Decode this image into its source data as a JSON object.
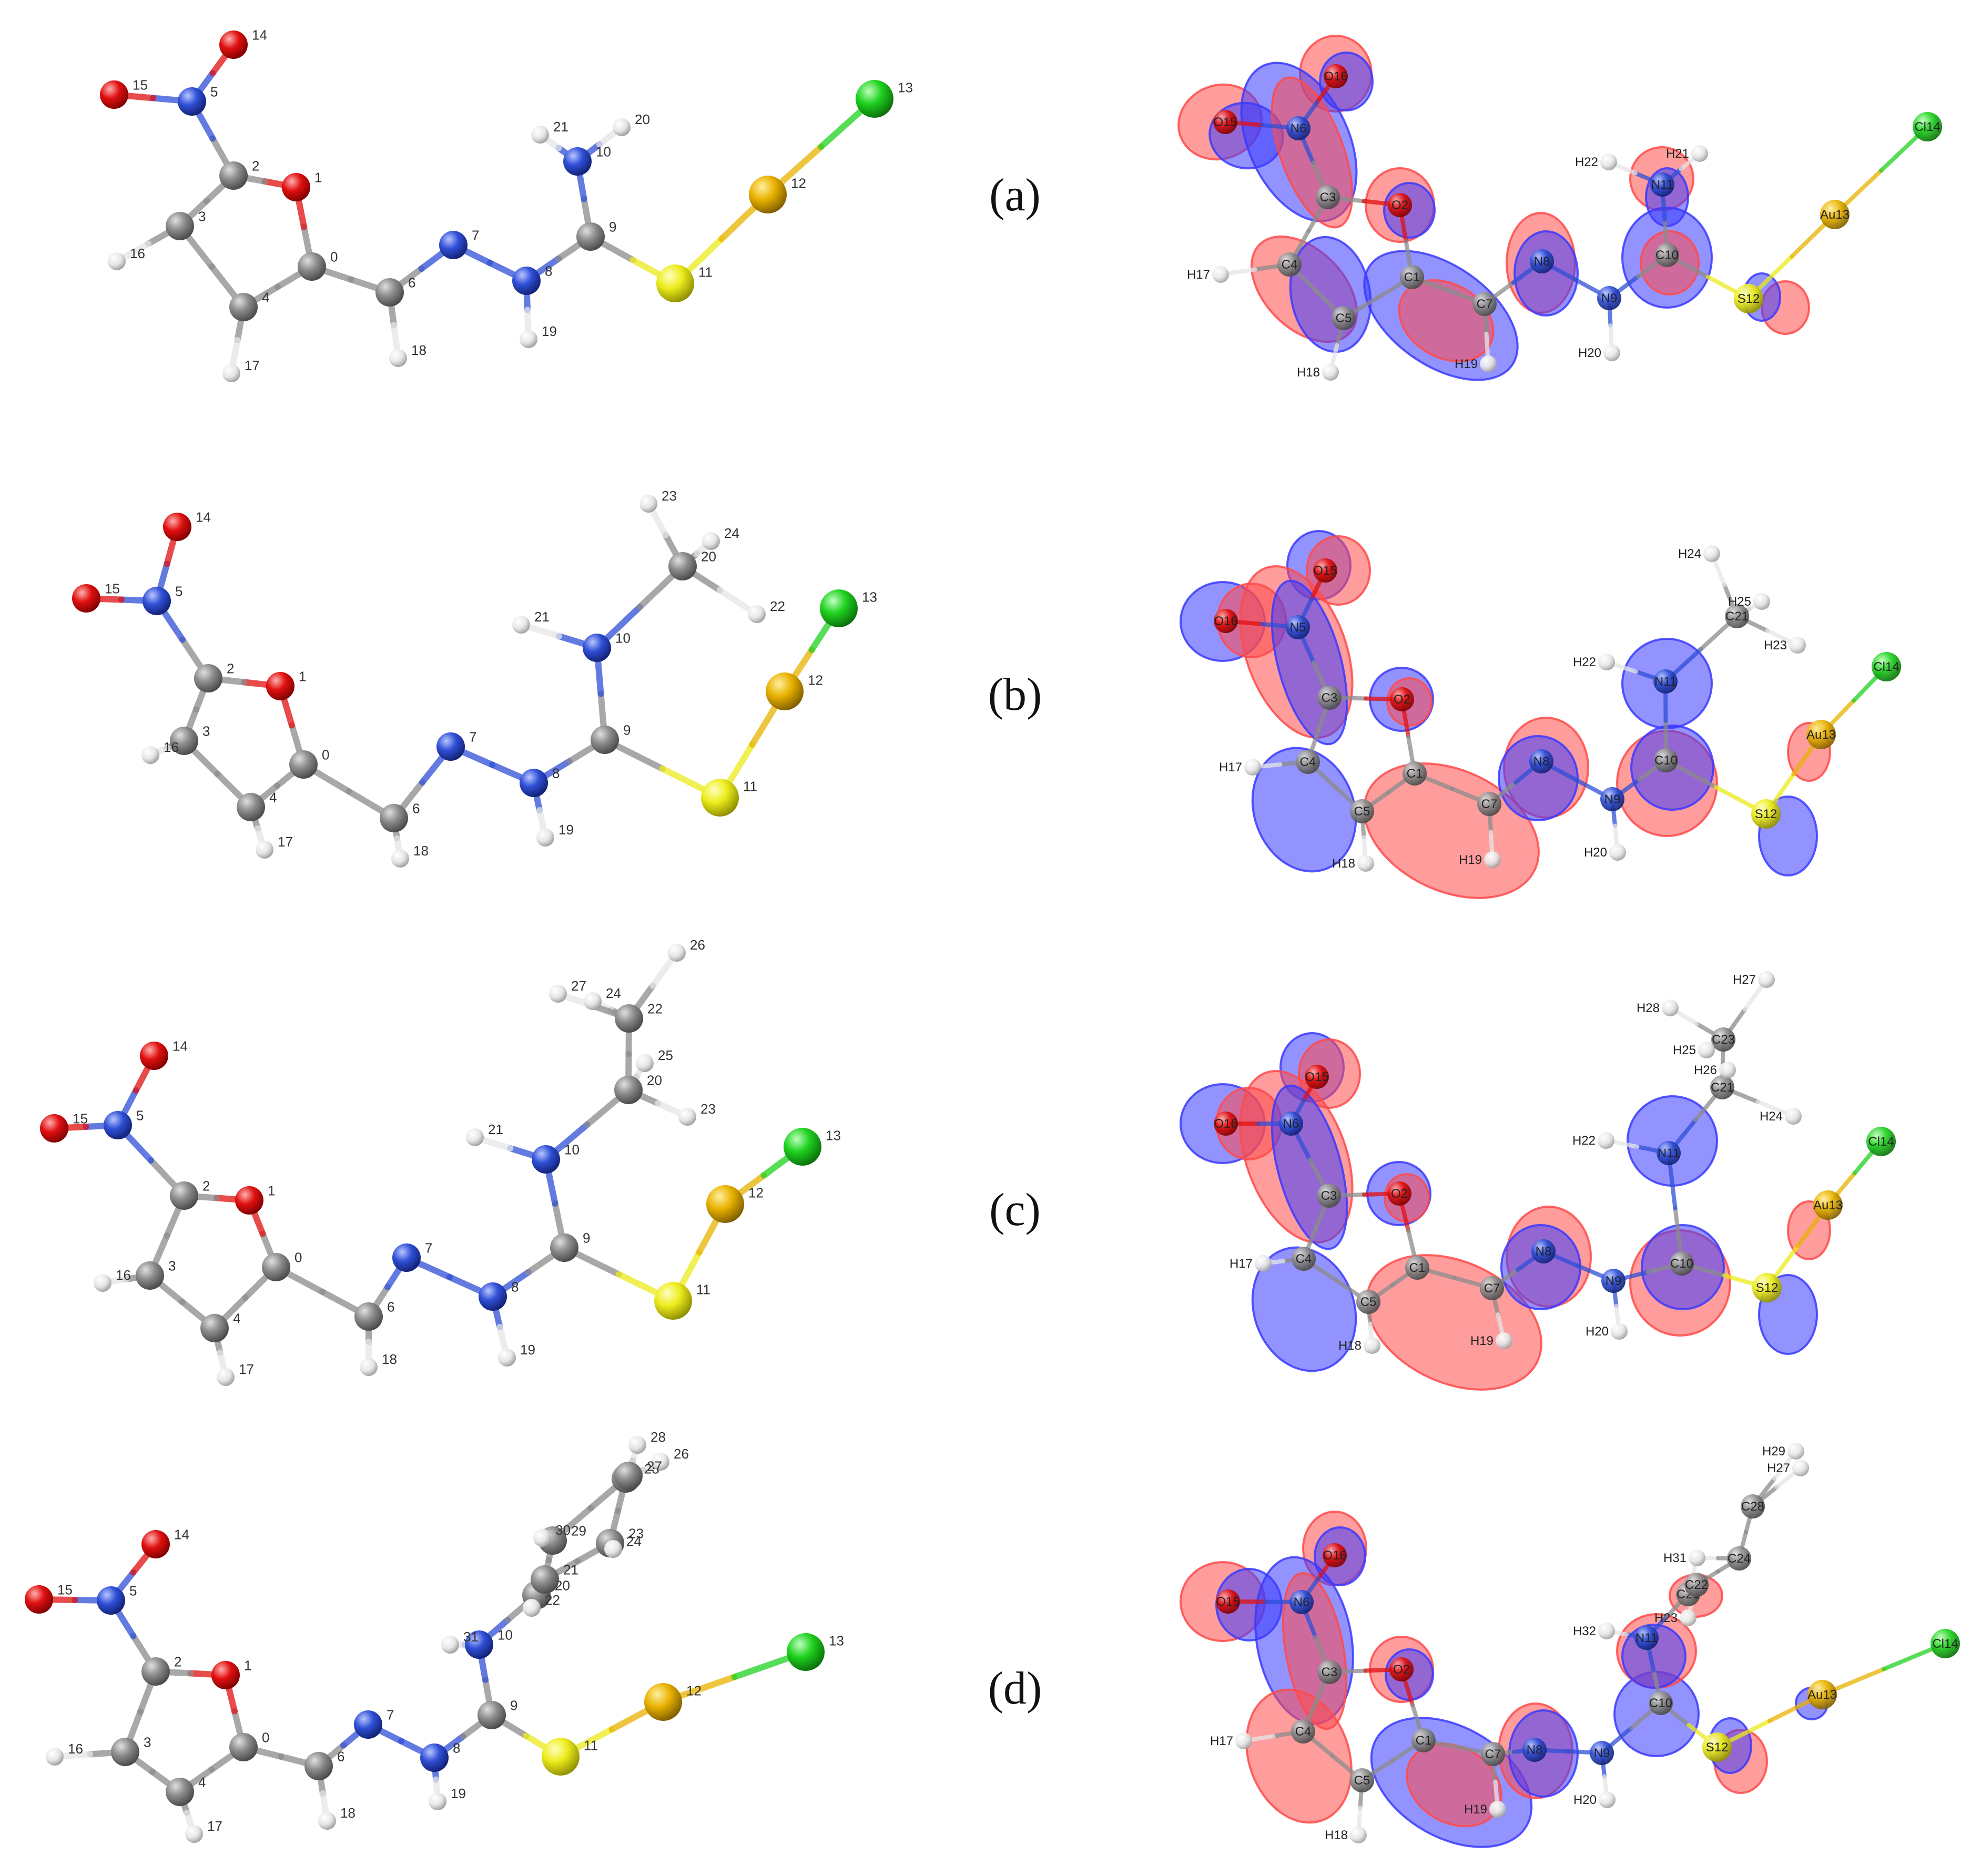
{
  "figure": {
    "panels": [
      {
        "label": "(a)",
        "left_atoms": [
          {
            "n": "0",
            "el": "C"
          },
          {
            "n": "1",
            "el": "O"
          },
          {
            "n": "2",
            "el": "C"
          },
          {
            "n": "3",
            "el": "C"
          },
          {
            "n": "4",
            "el": "C"
          },
          {
            "n": "5",
            "el": "N"
          },
          {
            "n": "6",
            "el": "C"
          },
          {
            "n": "7",
            "el": "N"
          },
          {
            "n": "8",
            "el": "N"
          },
          {
            "n": "9",
            "el": "C"
          },
          {
            "n": "10",
            "el": "N"
          },
          {
            "n": "11",
            "el": "S"
          },
          {
            "n": "12",
            "el": "Au"
          },
          {
            "n": "13",
            "el": "Cl"
          },
          {
            "n": "14",
            "el": "O"
          },
          {
            "n": "15",
            "el": "O"
          },
          {
            "n": "16",
            "el": "H"
          },
          {
            "n": "17",
            "el": "H"
          },
          {
            "n": "18",
            "el": "H"
          },
          {
            "n": "19",
            "el": "H"
          },
          {
            "n": "20",
            "el": "H"
          },
          {
            "n": "21",
            "el": "H"
          }
        ],
        "right_atoms": [
          {
            "n": "O15",
            "el": "O"
          },
          {
            "n": "O16",
            "el": "O"
          },
          {
            "n": "N6",
            "el": "N"
          },
          {
            "n": "C3",
            "el": "C"
          },
          {
            "n": "O2",
            "el": "O"
          },
          {
            "n": "C4",
            "el": "C"
          },
          {
            "n": "H17",
            "el": "H"
          },
          {
            "n": "C5",
            "el": "C"
          },
          {
            "n": "H18",
            "el": "H"
          },
          {
            "n": "C1",
            "el": "C"
          },
          {
            "n": "C7",
            "el": "C"
          },
          {
            "n": "H19",
            "el": "H"
          },
          {
            "n": "N8",
            "el": "N"
          },
          {
            "n": "N9",
            "el": "N"
          },
          {
            "n": "H20",
            "el": "H"
          },
          {
            "n": "C10",
            "el": "C"
          },
          {
            "n": "N11",
            "el": "N"
          },
          {
            "n": "H22",
            "el": "H"
          },
          {
            "n": "H21",
            "el": "H"
          },
          {
            "n": "S12",
            "el": "S"
          },
          {
            "n": "Au13",
            "el": "Au"
          },
          {
            "n": "Cl14",
            "el": "Cl"
          }
        ]
      },
      {
        "label": "(b)",
        "left_atoms": [
          {
            "n": "0",
            "el": "C"
          },
          {
            "n": "1",
            "el": "O"
          },
          {
            "n": "2",
            "el": "C"
          },
          {
            "n": "3",
            "el": "C"
          },
          {
            "n": "4",
            "el": "C"
          },
          {
            "n": "5",
            "el": "N"
          },
          {
            "n": "6",
            "el": "C"
          },
          {
            "n": "7",
            "el": "N"
          },
          {
            "n": "8",
            "el": "N"
          },
          {
            "n": "9",
            "el": "C"
          },
          {
            "n": "10",
            "el": "N"
          },
          {
            "n": "11",
            "el": "S"
          },
          {
            "n": "12",
            "el": "Au"
          },
          {
            "n": "13",
            "el": "Cl"
          },
          {
            "n": "14",
            "el": "O"
          },
          {
            "n": "15",
            "el": "O"
          },
          {
            "n": "16",
            "el": "H"
          },
          {
            "n": "17",
            "el": "H"
          },
          {
            "n": "18",
            "el": "H"
          },
          {
            "n": "19",
            "el": "H"
          },
          {
            "n": "20",
            "el": "C"
          },
          {
            "n": "21",
            "el": "H"
          },
          {
            "n": "22",
            "el": "H"
          },
          {
            "n": "23",
            "el": "H"
          },
          {
            "n": "24",
            "el": "H"
          }
        ],
        "right_atoms": [
          {
            "n": "O16",
            "el": "O"
          },
          {
            "n": "O15",
            "el": "O"
          },
          {
            "n": "N5",
            "el": "N"
          },
          {
            "n": "C3",
            "el": "C"
          },
          {
            "n": "O2",
            "el": "O"
          },
          {
            "n": "C4",
            "el": "C"
          },
          {
            "n": "H17",
            "el": "H"
          },
          {
            "n": "C5",
            "el": "C"
          },
          {
            "n": "H18",
            "el": "H"
          },
          {
            "n": "C1",
            "el": "C"
          },
          {
            "n": "C7",
            "el": "C"
          },
          {
            "n": "H19",
            "el": "H"
          },
          {
            "n": "N8",
            "el": "N"
          },
          {
            "n": "N9",
            "el": "N"
          },
          {
            "n": "H20",
            "el": "H"
          },
          {
            "n": "C10",
            "el": "C"
          },
          {
            "n": "N11",
            "el": "N"
          },
          {
            "n": "H22",
            "el": "H"
          },
          {
            "n": "C21",
            "el": "C"
          },
          {
            "n": "H24",
            "el": "H"
          },
          {
            "n": "H25",
            "el": "H"
          },
          {
            "n": "H23",
            "el": "H"
          },
          {
            "n": "S12",
            "el": "S"
          },
          {
            "n": "Au13",
            "el": "Au"
          },
          {
            "n": "Cl14",
            "el": "Cl"
          }
        ]
      },
      {
        "label": "(c)",
        "left_atoms": [
          {
            "n": "0",
            "el": "C"
          },
          {
            "n": "1",
            "el": "O"
          },
          {
            "n": "2",
            "el": "C"
          },
          {
            "n": "3",
            "el": "C"
          },
          {
            "n": "4",
            "el": "C"
          },
          {
            "n": "5",
            "el": "N"
          },
          {
            "n": "6",
            "el": "C"
          },
          {
            "n": "7",
            "el": "N"
          },
          {
            "n": "8",
            "el": "N"
          },
          {
            "n": "9",
            "el": "C"
          },
          {
            "n": "10",
            "el": "N"
          },
          {
            "n": "11",
            "el": "S"
          },
          {
            "n": "12",
            "el": "Au"
          },
          {
            "n": "13",
            "el": "Cl"
          },
          {
            "n": "14",
            "el": "O"
          },
          {
            "n": "15",
            "el": "O"
          },
          {
            "n": "16",
            "el": "H"
          },
          {
            "n": "17",
            "el": "H"
          },
          {
            "n": "18",
            "el": "H"
          },
          {
            "n": "19",
            "el": "H"
          },
          {
            "n": "20",
            "el": "C"
          },
          {
            "n": "21",
            "el": "H"
          },
          {
            "n": "22",
            "el": "C"
          },
          {
            "n": "23",
            "el": "H"
          },
          {
            "n": "24",
            "el": "H"
          },
          {
            "n": "25",
            "el": "H"
          },
          {
            "n": "26",
            "el": "H"
          },
          {
            "n": "27",
            "el": "H"
          }
        ],
        "right_atoms": [
          {
            "n": "O16",
            "el": "O"
          },
          {
            "n": "O15",
            "el": "O"
          },
          {
            "n": "N6",
            "el": "N"
          },
          {
            "n": "C3",
            "el": "C"
          },
          {
            "n": "O2",
            "el": "O"
          },
          {
            "n": "C4",
            "el": "C"
          },
          {
            "n": "H17",
            "el": "H"
          },
          {
            "n": "C5",
            "el": "C"
          },
          {
            "n": "H18",
            "el": "H"
          },
          {
            "n": "C1",
            "el": "C"
          },
          {
            "n": "C7",
            "el": "C"
          },
          {
            "n": "H19",
            "el": "H"
          },
          {
            "n": "N8",
            "el": "N"
          },
          {
            "n": "N9",
            "el": "N"
          },
          {
            "n": "H20",
            "el": "H"
          },
          {
            "n": "C10",
            "el": "C"
          },
          {
            "n": "N11",
            "el": "N"
          },
          {
            "n": "H22",
            "el": "H"
          },
          {
            "n": "C21",
            "el": "C"
          },
          {
            "n": "C23",
            "el": "C"
          },
          {
            "n": "H27",
            "el": "H"
          },
          {
            "n": "H28",
            "el": "H"
          },
          {
            "n": "H25",
            "el": "H"
          },
          {
            "n": "H26",
            "el": "H"
          },
          {
            "n": "H24",
            "el": "H"
          },
          {
            "n": "S12",
            "el": "S"
          },
          {
            "n": "Au13",
            "el": "Au"
          },
          {
            "n": "Cl14",
            "el": "Cl"
          }
        ]
      },
      {
        "label": "(d)",
        "left_atoms": [
          {
            "n": "0",
            "el": "C"
          },
          {
            "n": "1",
            "el": "O"
          },
          {
            "n": "2",
            "el": "C"
          },
          {
            "n": "3",
            "el": "C"
          },
          {
            "n": "4",
            "el": "C"
          },
          {
            "n": "5",
            "el": "N"
          },
          {
            "n": "6",
            "el": "C"
          },
          {
            "n": "7",
            "el": "N"
          },
          {
            "n": "8",
            "el": "N"
          },
          {
            "n": "9",
            "el": "C"
          },
          {
            "n": "10",
            "el": "N"
          },
          {
            "n": "11",
            "el": "S"
          },
          {
            "n": "12",
            "el": "Au"
          },
          {
            "n": "13",
            "el": "Cl"
          },
          {
            "n": "14",
            "el": "O"
          },
          {
            "n": "15",
            "el": "O"
          },
          {
            "n": "16",
            "el": "H"
          },
          {
            "n": "17",
            "el": "H"
          },
          {
            "n": "18",
            "el": "H"
          },
          {
            "n": "19",
            "el": "H"
          },
          {
            "n": "20",
            "el": "C"
          },
          {
            "n": "21",
            "el": "C"
          },
          {
            "n": "22",
            "el": "H"
          },
          {
            "n": "23",
            "el": "C"
          },
          {
            "n": "24",
            "el": "H"
          },
          {
            "n": "25",
            "el": "C"
          },
          {
            "n": "26",
            "el": "H"
          },
          {
            "n": "27",
            "el": "C"
          },
          {
            "n": "28",
            "el": "H"
          },
          {
            "n": "29",
            "el": "C"
          },
          {
            "n": "30",
            "el": "H"
          },
          {
            "n": "31",
            "el": "H"
          }
        ],
        "right_atoms": [
          {
            "n": "O15",
            "el": "O"
          },
          {
            "n": "O16",
            "el": "O"
          },
          {
            "n": "N6",
            "el": "N"
          },
          {
            "n": "C3",
            "el": "C"
          },
          {
            "n": "O2",
            "el": "O"
          },
          {
            "n": "C4",
            "el": "C"
          },
          {
            "n": "H17",
            "el": "H"
          },
          {
            "n": "C5",
            "el": "C"
          },
          {
            "n": "H18",
            "el": "H"
          },
          {
            "n": "C1",
            "el": "C"
          },
          {
            "n": "C7",
            "el": "C"
          },
          {
            "n": "H19",
            "el": "H"
          },
          {
            "n": "N8",
            "el": "N"
          },
          {
            "n": "N9",
            "el": "N"
          },
          {
            "n": "H20",
            "el": "H"
          },
          {
            "n": "C10",
            "el": "C"
          },
          {
            "n": "N11",
            "el": "N"
          },
          {
            "n": "H32",
            "el": "H"
          },
          {
            "n": "C21",
            "el": "C"
          },
          {
            "n": "C22",
            "el": "C"
          },
          {
            "n": "H23",
            "el": "H"
          },
          {
            "n": "H31",
            "el": "H"
          },
          {
            "n": "C24",
            "el": "C"
          },
          {
            "n": "C28",
            "el": "C"
          },
          {
            "n": "H29",
            "el": "H"
          },
          {
            "n": "H27",
            "el": "H"
          },
          {
            "n": "S12",
            "el": "S"
          },
          {
            "n": "Au13",
            "el": "Au"
          },
          {
            "n": "Cl14",
            "el": "Cl"
          }
        ]
      }
    ],
    "element_colors": {
      "C": "#8c8c8c",
      "O": "#e01010",
      "N": "#2f4fd6",
      "H": "#e6e6e6",
      "S": "#ecec1c",
      "Au": "#e9b200",
      "Cl": "#1fd21f"
    },
    "lobe_colors": {
      "positive": "#ff4a4a",
      "negative": "#3a3aff"
    }
  }
}
